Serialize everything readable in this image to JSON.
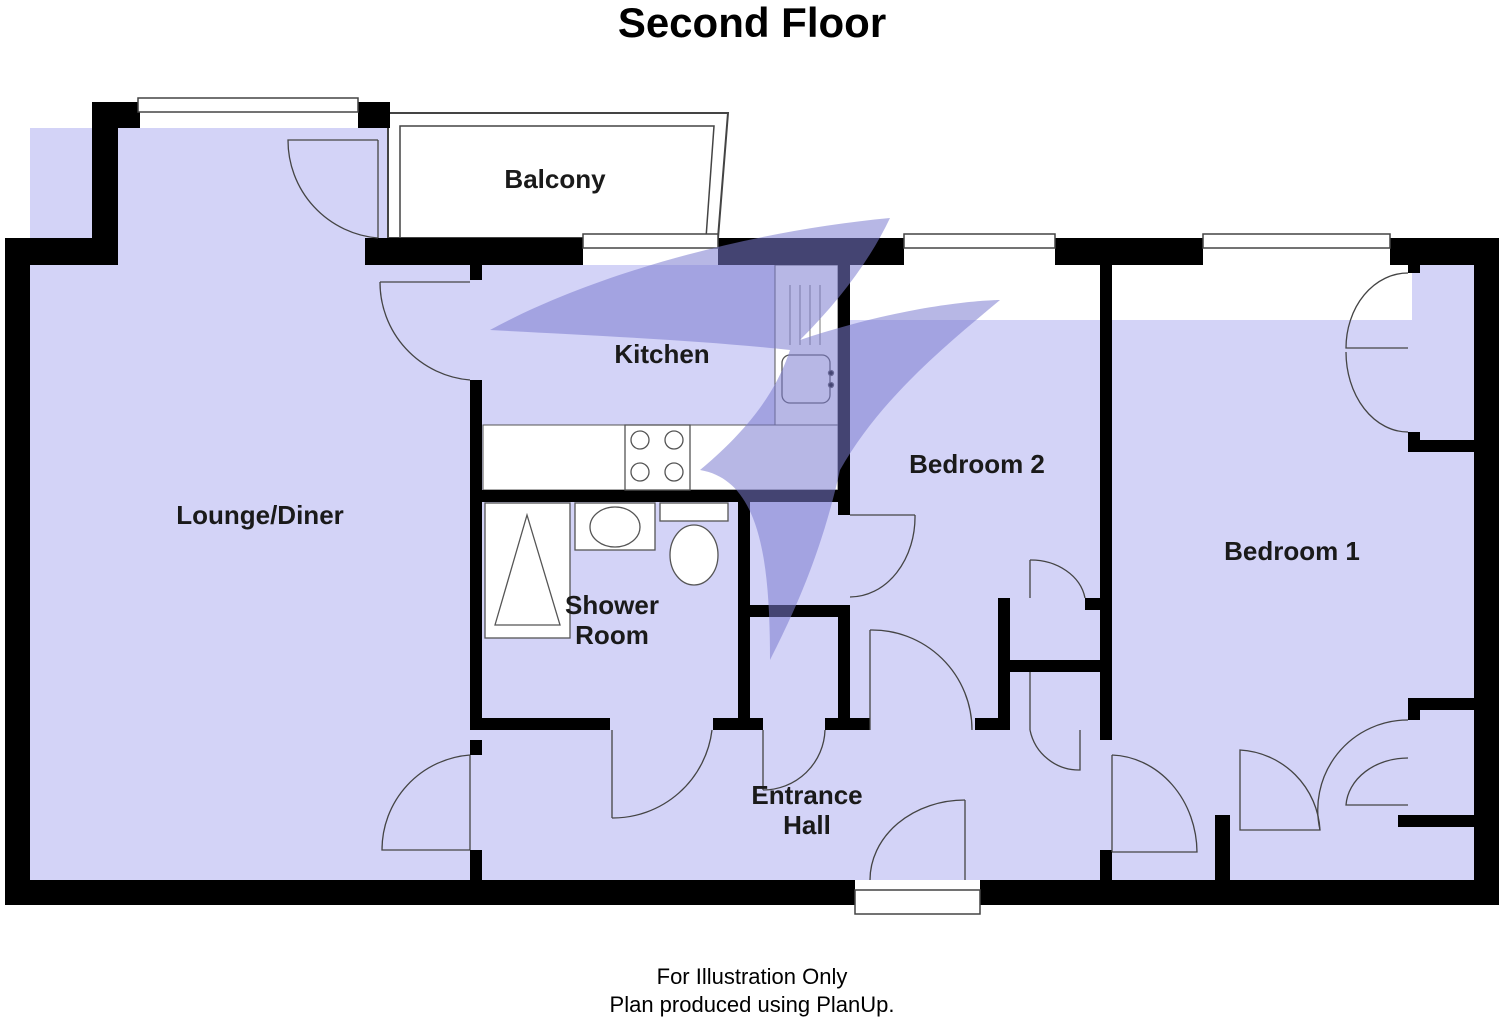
{
  "floor_title": "Second Floor",
  "colors": {
    "room_fill": "#d3d3f7",
    "wall": "#000000",
    "watermark": "#7c7ccf",
    "balcony_fill": "#ffffff"
  },
  "rooms": {
    "lounge": "Lounge/Diner",
    "kitchen": "Kitchen",
    "balcony": "Balcony",
    "bedroom2": "Bedroom 2",
    "bedroom1": "Bedroom 1",
    "shower_line1": "Shower",
    "shower_line2": "Room",
    "hall_line1": "Entrance",
    "hall_line2": "Hall"
  },
  "footer": {
    "line1": "For Illustration Only",
    "line2": "Plan produced using PlanUp."
  }
}
